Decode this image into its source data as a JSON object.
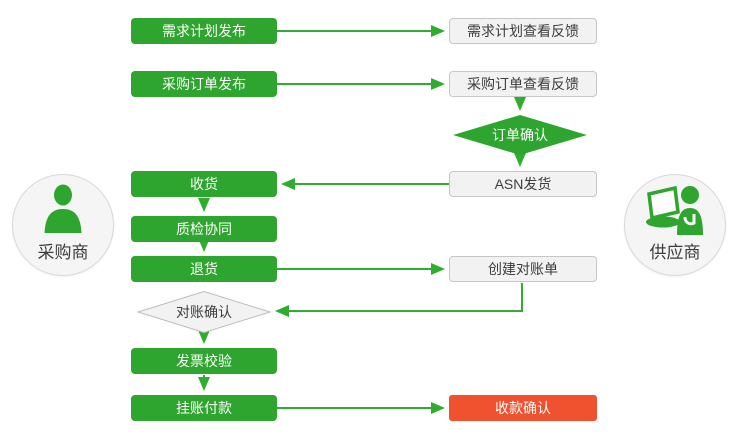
{
  "colors": {
    "process_green": "#2EA52E",
    "arrow_green": "#2FAD2F",
    "confirm_red": "#F0512E",
    "neutral_fill": "#F2F2F2",
    "neutral_border": "#C6C6C6",
    "text_dark": "#3D3D3D",
    "text_light": "#FFFFFF"
  },
  "actors": {
    "buyer": {
      "label": "采购商"
    },
    "supplier": {
      "label": "供应商"
    }
  },
  "nodes": {
    "demand_plan_publish": {
      "label": "需求计划发布"
    },
    "demand_plan_feedback": {
      "label": "需求计划查看反馈"
    },
    "po_publish": {
      "label": "采购订单发布"
    },
    "po_feedback": {
      "label": "采购订单查看反馈"
    },
    "order_confirm": {
      "label": "订单确认"
    },
    "asn_ship": {
      "label": "ASN发货"
    },
    "receiving": {
      "label": "收货"
    },
    "quality_inspection": {
      "label": "质检协同"
    },
    "return_goods": {
      "label": "退货"
    },
    "create_statement": {
      "label": "创建对账单"
    },
    "statement_confirm": {
      "label": "对账确认"
    },
    "invoice_verify": {
      "label": "发票校验"
    },
    "payment_on_account": {
      "label": "挂账付款"
    },
    "payment_receipt_confirm": {
      "label": "收款确认"
    }
  }
}
